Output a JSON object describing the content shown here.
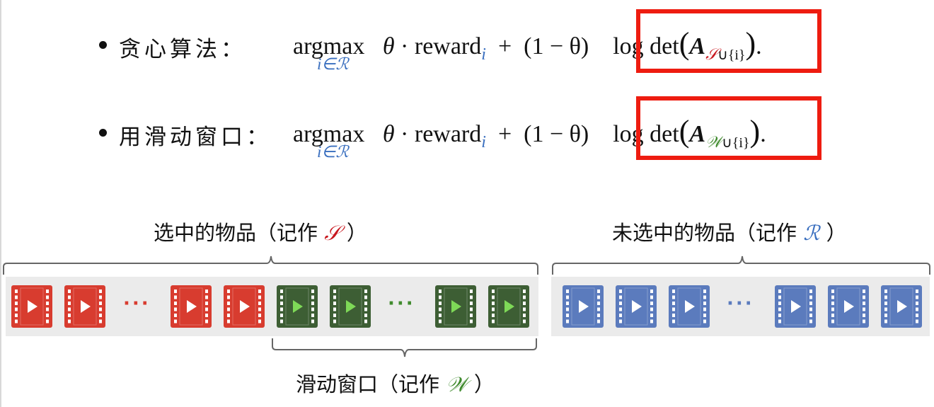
{
  "bullets": [
    {
      "label": "贪心算法：",
      "argmax": "argmax",
      "argmax_sub": "i∈ℛ",
      "theta": "θ",
      "cdot": "·",
      "reward": "reward",
      "reward_sub": "i",
      "plus": "+",
      "one_minus": "(1 − θ)",
      "logdet": "log det",
      "A": "A",
      "set_sym": "𝒮",
      "cup_i": "∪{i}",
      "period": "."
    },
    {
      "label": "用滑动窗口：",
      "argmax": "argmax",
      "argmax_sub": "i∈ℛ",
      "theta": "θ",
      "cdot": "·",
      "reward": "reward",
      "reward_sub": "i",
      "plus": "+",
      "one_minus": "(1 − θ)",
      "logdet": "log det",
      "A": "A",
      "set_sym": "𝒲",
      "cup_i": "∪{i}",
      "period": "."
    }
  ],
  "captions": {
    "selected_pre": "选中的物品（记作 ",
    "selected_sym": "𝒮",
    "selected_post": " ）",
    "unselected_pre": "未选中的物品（记作 ",
    "unselected_sym": "ℛ",
    "unselected_post": " ）",
    "window_pre": "滑动窗口（记作 ",
    "window_sym": "𝒲",
    "window_post": " ）"
  },
  "ellipsis": "···",
  "colors": {
    "selected_red": "#d83c2f",
    "window_green": "#3d5e34",
    "unselected_blue": "#5b7bbd",
    "highlight_box": "#ee1c10"
  },
  "icons": {
    "item": "video-clip-icon",
    "highlight": "red-highlight-box"
  }
}
